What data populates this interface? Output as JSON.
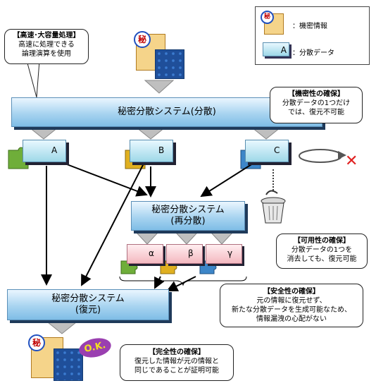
{
  "legend": {
    "secret_label": "：機密情報",
    "share_label": "：分散データ",
    "share_letter": "A"
  },
  "callout_speed": {
    "title": "【高速･大容量処理】",
    "lines": [
      "高速に処理できる",
      "論理演算を使用"
    ]
  },
  "callout_confidentiality": {
    "title": "【機密性の確保】",
    "lines": [
      "分散データの1つだけ",
      "では、復元不可能"
    ]
  },
  "callout_availability": {
    "title": "【可用性の確保】",
    "lines": [
      "分散データの1つを",
      "消去しても、復元可能"
    ]
  },
  "callout_security": {
    "title": "【安全性の確保】",
    "lines": [
      "元の情報に復元せず、",
      "新たな分散データを生成可能なため、",
      "情報漏洩の心配がない"
    ]
  },
  "callout_integrity": {
    "title": "【完全性の確保】",
    "lines": [
      "復元した情報が元の情報と",
      "同じであることが証明可能"
    ]
  },
  "systems": {
    "split": "秘密分散システム(分散)",
    "redistribute_l1": "秘密分散システム",
    "redistribute_l2": "(再分散)",
    "restore_l1": "秘密分散システム",
    "restore_l2": "(復元)"
  },
  "shares": [
    "A",
    "B",
    "C"
  ],
  "reshares": [
    "α",
    "β",
    "γ"
  ],
  "secret_mark": "秘",
  "ok_mark": "O.K.",
  "fail_mark": "✕"
}
